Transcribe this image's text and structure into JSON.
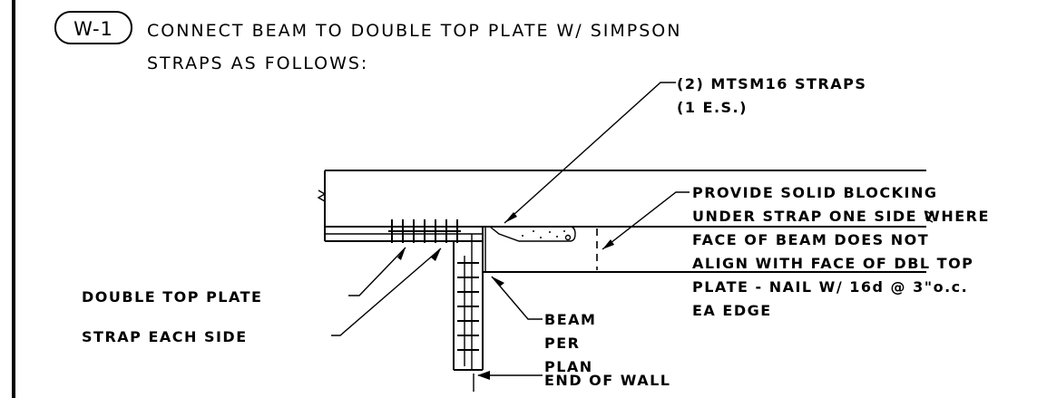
{
  "tag": "W-1",
  "title_line1": "CONNECT BEAM TO DOUBLE TOP PLATE W/ SIMPSON",
  "title_line2": "STRAPS AS FOLLOWS:",
  "callouts": {
    "straps_line1": "(2) MTSM16 STRAPS",
    "straps_line2": "(1 E.S.)",
    "blocking": [
      "PROVIDE SOLID BLOCKING",
      "UNDER STRAP ONE SIDE WHERE",
      "FACE OF BEAM DOES NOT",
      "ALIGN WITH FACE OF DBL TOP",
      "PLATE - NAIL W/ 16d @ 3\"o.c.",
      "EA EDGE"
    ],
    "double_top_plate": "DOUBLE TOP PLATE",
    "strap_each_side": "STRAP EACH SIDE",
    "beam": [
      "BEAM",
      "PER",
      "PLAN"
    ],
    "end_of_wall": "END OF WALL"
  }
}
